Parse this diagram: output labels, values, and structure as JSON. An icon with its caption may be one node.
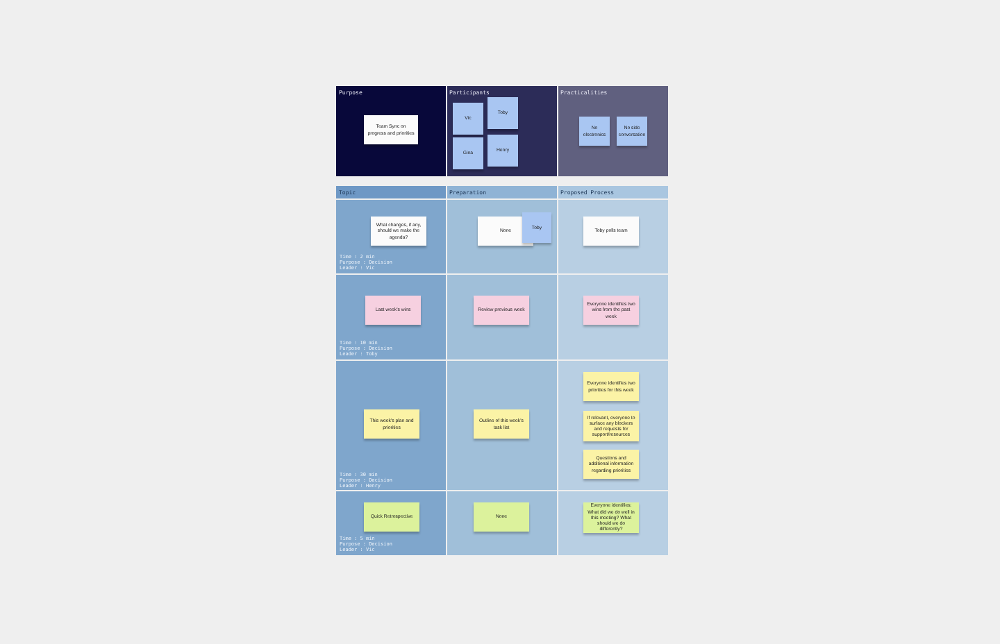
{
  "diagram": {
    "nodes": [
      {
        "text": [
          "Purpose"
        ]
      },
      {
        "text": [
          "Team Sync on progress and priorities"
        ],
        "in": 0
      },
      {
        "text": [
          "Participants"
        ]
      },
      {
        "text": [
          "Vic"
        ],
        "in": 2
      },
      {
        "text": [
          "Toby"
        ],
        "in": 2
      },
      {
        "text": [
          "Gina"
        ],
        "in": 2
      },
      {
        "text": [
          "Henry"
        ],
        "in": 2
      },
      {
        "text": [
          "Practicalities"
        ]
      },
      {
        "text": [
          "No electronics"
        ],
        "in": 7
      },
      {
        "text": [
          "No side conversation"
        ],
        "in": 7
      },
      {
        "text": [
          "What changes, if any, should we make the agenda?"
        ]
      },
      {
        "text": [
          "None"
        ]
      },
      {
        "text": [
          "Toby"
        ]
      },
      {
        "text": [
          "Toby polls team"
        ]
      },
      {
        "text": [
          "Last week's wins"
        ]
      },
      {
        "text": [
          "Review previous week"
        ]
      },
      {
        "text": [
          "Everyone identifies two wins from the past week"
        ]
      },
      {
        "text": [
          "This week's plan and priorities"
        ]
      },
      {
        "text": [
          "Outline of this week's task list"
        ]
      },
      {
        "text": [
          "Everyone identifies two priorities for this week"
        ]
      },
      {
        "text": [
          "If relevant, everyone to surface any blockers and requests for support/resources"
        ]
      },
      {
        "text": [
          "Questions and additional information regarding priorities"
        ]
      },
      {
        "text": [
          "Quick Retrospective"
        ]
      },
      {
        "text": [
          "None"
        ]
      },
      {
        "text": [
          "Everyone identifies: What did we do well in this meeting? What should we do differently?"
        ]
      }
    ],
    "edges": [],
    "labels": [
      "Topic",
      "Preparation",
      "Proposed Process",
      "Time : 2 min",
      "Purpose : Decision",
      "Leader : Vic",
      "Time : 10 min",
      "Purpose : Decision",
      "Leader : Toby",
      "Time : 30 min",
      "Purpose : Decision",
      "Leader : Henry",
      "Time : 5 min",
      "Purpose : Decision",
      "Leader : Vic"
    ]
  }
}
